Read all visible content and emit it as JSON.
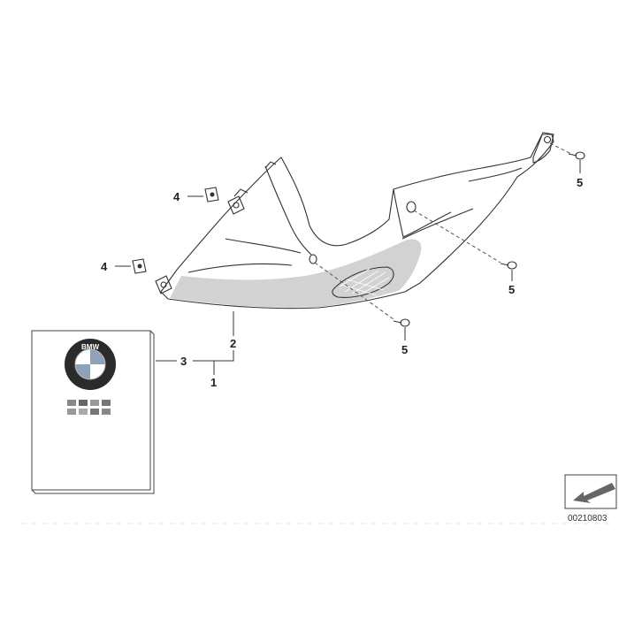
{
  "diagram": {
    "callouts": {
      "part_1": "1",
      "part_2": "2",
      "part_3": "3",
      "part_4_upper": "4",
      "part_4_lower": "4",
      "part_5_top": "5",
      "part_5_middle": "5",
      "part_5_bottom": "5"
    },
    "booklet": {
      "logo_letters": "BMW"
    },
    "reference_number": "00210803"
  },
  "colors": {
    "line": "#333333",
    "panel_fill": "#f0f0f0",
    "panel_shade": "#c8c8c8",
    "logo_dark": "#2b2b2b",
    "logo_blue": "#8fa3b8"
  }
}
